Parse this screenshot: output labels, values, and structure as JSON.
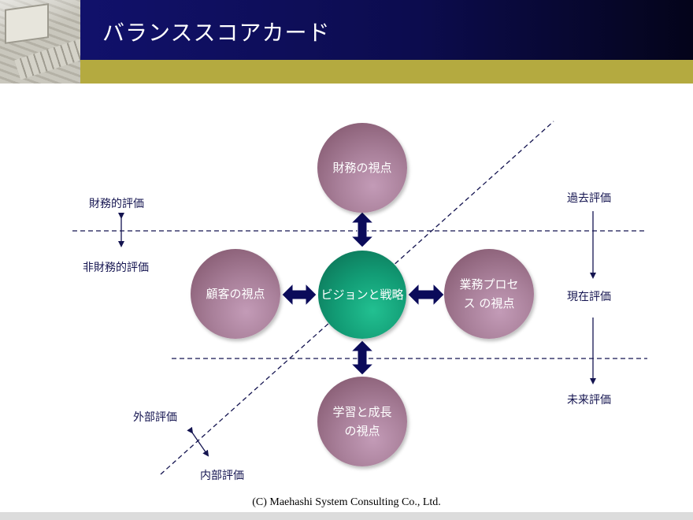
{
  "slide": {
    "title": "バランススコアカード",
    "copyright": "(C) Maehashi System Consulting Co., Ltd."
  },
  "circles": {
    "financial": "財務の視点",
    "customer": "顧客の視点",
    "center": "ビジョンと戦略",
    "process": "業務プロセス の視点",
    "learning": "学習と成長 の視点"
  },
  "labels": {
    "financial_eval": "財務的評価",
    "nonfinancial_eval": "非財務的評価",
    "past_eval": "過去評価",
    "current_eval": "現在評価",
    "future_eval": "未来評価",
    "external_eval": "外部評価",
    "internal_eval": "内部評価"
  },
  "colors": {
    "header_navy": "#11116b",
    "accent_olive": "#b4aa40",
    "perspective_mauve": "#a9809a",
    "center_green": "#129c75",
    "line_navy": "#141450"
  }
}
